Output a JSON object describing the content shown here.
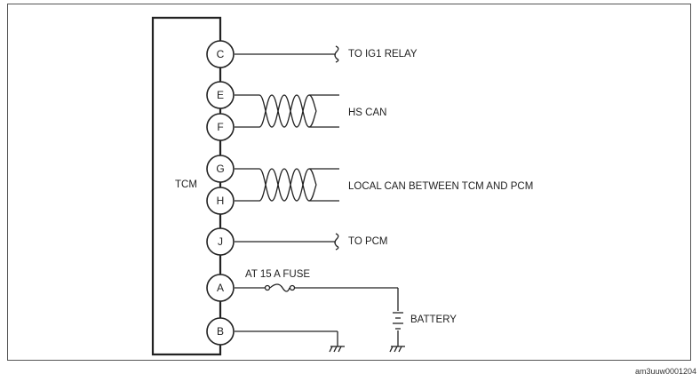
{
  "module_label": "TCM",
  "pins": {
    "c": "C",
    "e": "E",
    "f": "F",
    "g": "G",
    "h": "H",
    "j": "J",
    "a": "A",
    "b": "B"
  },
  "labels": {
    "to_ig1_relay": "TO IG1 RELAY",
    "hs_can": "HS CAN",
    "local_can": "LOCAL CAN BETWEEN TCM AND PCM",
    "to_pcm": "TO PCM",
    "fuse": "AT 15 A FUSE",
    "battery": "BATTERY"
  },
  "image_code": "am3uuw0001204"
}
